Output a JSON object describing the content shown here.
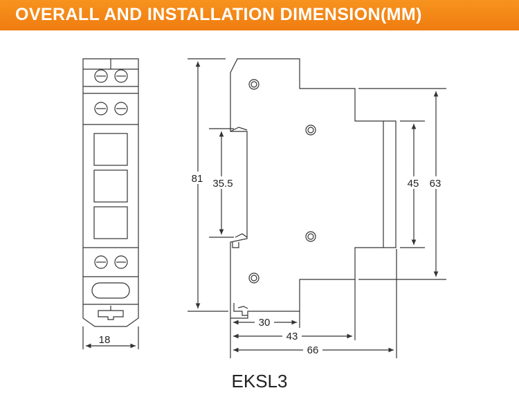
{
  "header": {
    "title": "OVERALL AND INSTALLATION DIMENSION(MM)",
    "background_color": "#f58a1f",
    "text_color": "#ffffff"
  },
  "front_view": {
    "width_label": "18"
  },
  "side_view": {
    "height_label": "81",
    "rail_height_label": "35.5",
    "inner_height_label": "45",
    "face_height_label": "63",
    "depth_to_rail_label": "30",
    "depth_mid_label": "43",
    "depth_total_label": "66"
  },
  "model": {
    "name": "EKSL3"
  },
  "colors": {
    "line": "#333333"
  }
}
